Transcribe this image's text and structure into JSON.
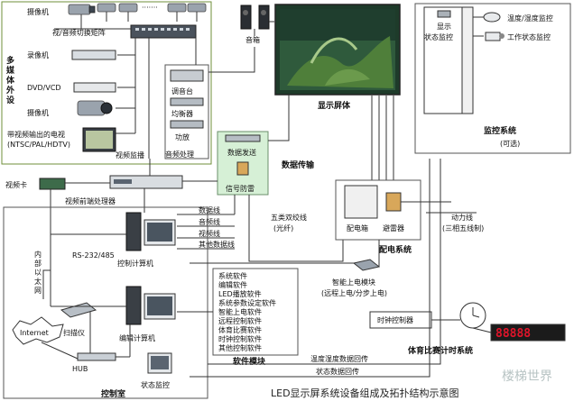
{
  "labels": {
    "multimedia_peripherals": "多媒体外设",
    "camera_top": "摄像机",
    "matrix": "视/音频切换矩阵",
    "recorder": "录像机",
    "dvd": "DVD/VCD",
    "camera2": "摄像机",
    "tv_line1": "带视频输出的电视",
    "tv_line2": "(NTSC/PAL/HDTV)",
    "video_monitor": "视频监播",
    "speaker": "音箱",
    "mixer": "调音台",
    "equalizer": "均衡器",
    "amplifier": "功放",
    "audio_processing": "音频处理",
    "display_body": "显示屏体",
    "data_send": "数据发送",
    "signal_protect": "信号防雷",
    "data_transmission": "数据传输",
    "video_card": "视频卡",
    "video_front_processor": "视频前端处理器",
    "data_line": "数据线",
    "audio_line": "音频线",
    "video_line": "视频线",
    "other_data_line": "其他数据线",
    "cat5_line1": "五类双绞线",
    "cat5_line2": "(光纤)",
    "rs232": "RS-232/485",
    "control_computer": "控制计算机",
    "lan_line1": "内",
    "lan_line2": "部",
    "lan_line3": "以",
    "lan_line4": "太",
    "lan_line5": "网",
    "internet": "Internet",
    "scanner": "扫描仪",
    "hub": "HUB",
    "edit_computer": "编辑计算机",
    "status_monitor": "状态监控",
    "control_room": "控制室",
    "software_module": "软件模块",
    "software_list": [
      "系统软件",
      "编辑软件",
      "LED播放软件",
      "系统参数设定软件",
      "智能上电软件",
      "远程控制软件",
      "体育比赛软件",
      "时钟控制软件",
      "其他控制软件"
    ],
    "display_status_monitor_1": "显示",
    "display_status_monitor_2": "状态监控",
    "temp_humidity_monitor": "温度/湿度监控",
    "work_status_monitor": "工作状态监控",
    "monitor_system": "监控系统",
    "optional": "(可选)",
    "distribution_box": "配电箱",
    "surge_arrester": "避雷器",
    "power_line1": "动力线",
    "power_line2": "(三相五线制)",
    "power_system": "配电系统",
    "smart_power1": "智能上电模块",
    "smart_power2": "(远程上电/分步上电)",
    "clock_controller": "时钟控制器",
    "sports_timing": "体育比赛计时系统",
    "temp_feedback": "温度湿度数据回传",
    "status_feedback": "状态数据回传",
    "caption": "LED显示屏系统设备组成及拓扑结构示意图",
    "watermark": "楼梯世界"
  },
  "colors": {
    "panel_border": "#6f8f3a",
    "protect_box": "#d6f0d6",
    "led_digit": "#e0142a",
    "screen_dark": "#1e3b2a"
  }
}
